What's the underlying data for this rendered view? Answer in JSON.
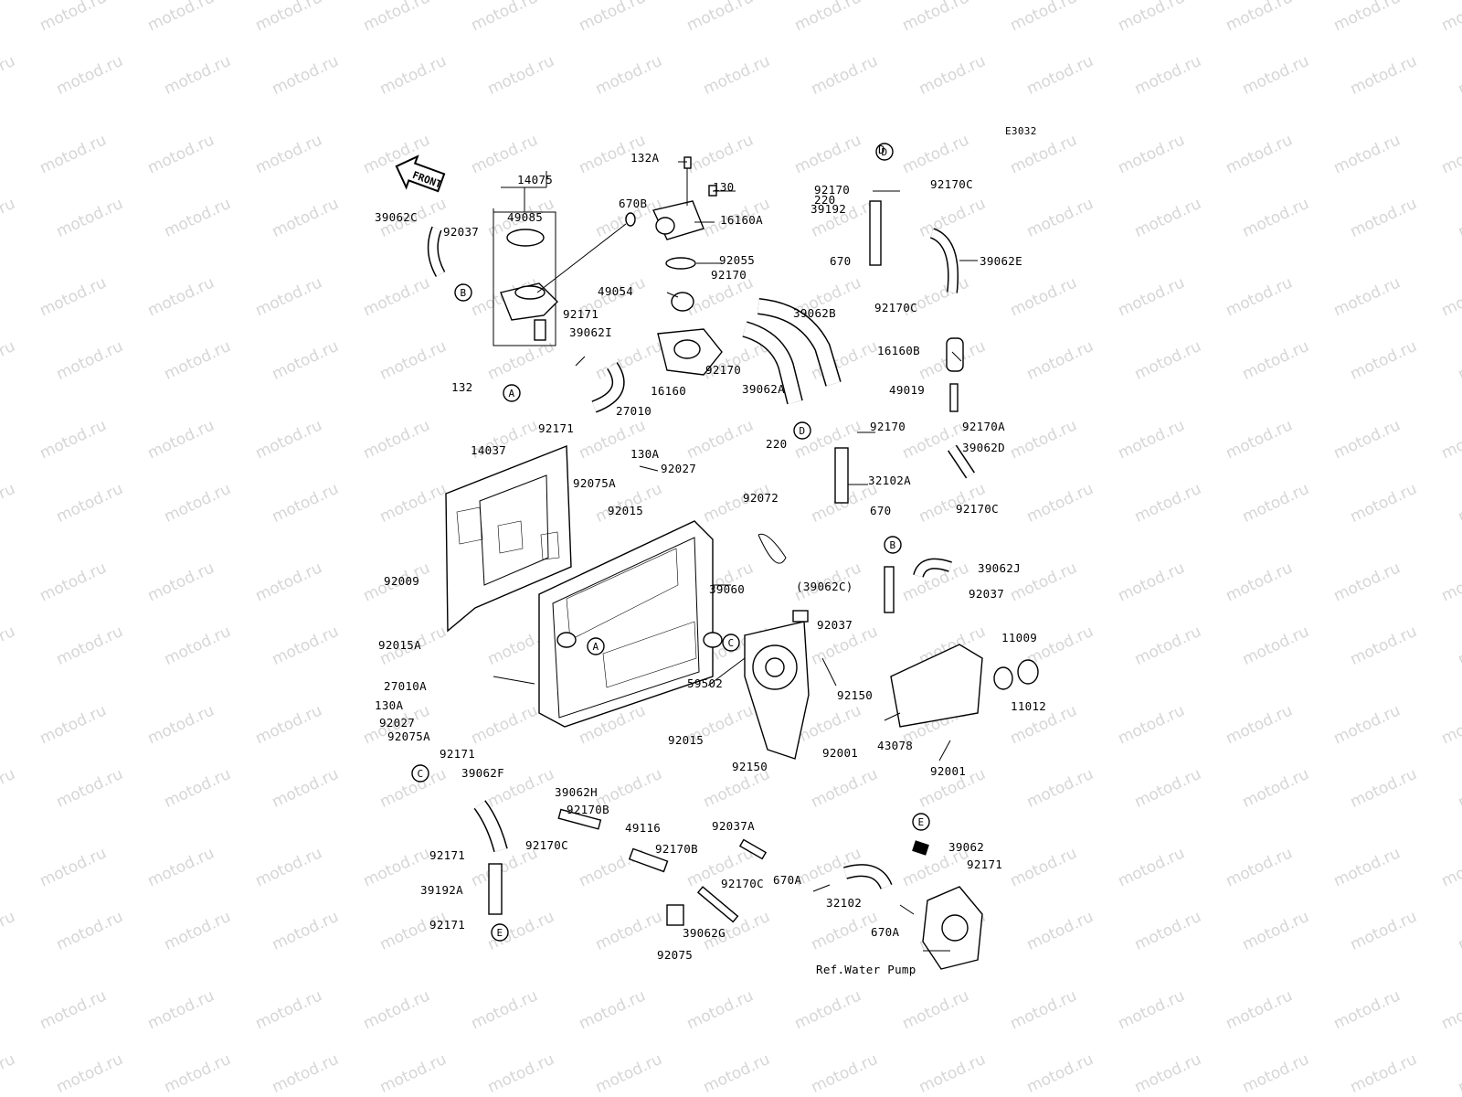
{
  "diagram": {
    "code": "E3032",
    "front_label": "FRONT",
    "watermark": "motod.ru",
    "ref_note": "Ref.Water Pump",
    "callouts": [
      "A",
      "B",
      "C",
      "D",
      "E"
    ],
    "labels": [
      "132A",
      "130",
      "16160A",
      "14075",
      "49085",
      "670B",
      "39062C",
      "92037",
      "92055",
      "49054",
      "92170",
      "92171",
      "39062I",
      "132",
      "16160",
      "92170",
      "27010",
      "39062A",
      "39062B",
      "92171",
      "D",
      "92170",
      "92170C",
      "220",
      "39192",
      "670",
      "39062E",
      "92170C",
      "16160B",
      "49019",
      "92170",
      "92170A",
      "220",
      "39062D",
      "32102A",
      "670",
      "92170C",
      "14037",
      "130A",
      "92027",
      "92075A",
      "92015",
      "92072",
      "39060",
      "(39062C)",
      "39062J",
      "92037",
      "92037",
      "92009",
      "92015A",
      "27010A",
      "59502",
      "92150",
      "11009",
      "11012",
      "130A",
      "92027",
      "92075A",
      "92015",
      "92001",
      "43078",
      "92001",
      "92150",
      "92171",
      "39062F",
      "39062H",
      "92170B",
      "49116",
      "92037A",
      "92171",
      "92170C",
      "92170B",
      "92170C",
      "39192A",
      "92171",
      "39062G",
      "92075",
      "670A",
      "32102",
      "670A",
      "39062",
      "92171"
    ]
  }
}
